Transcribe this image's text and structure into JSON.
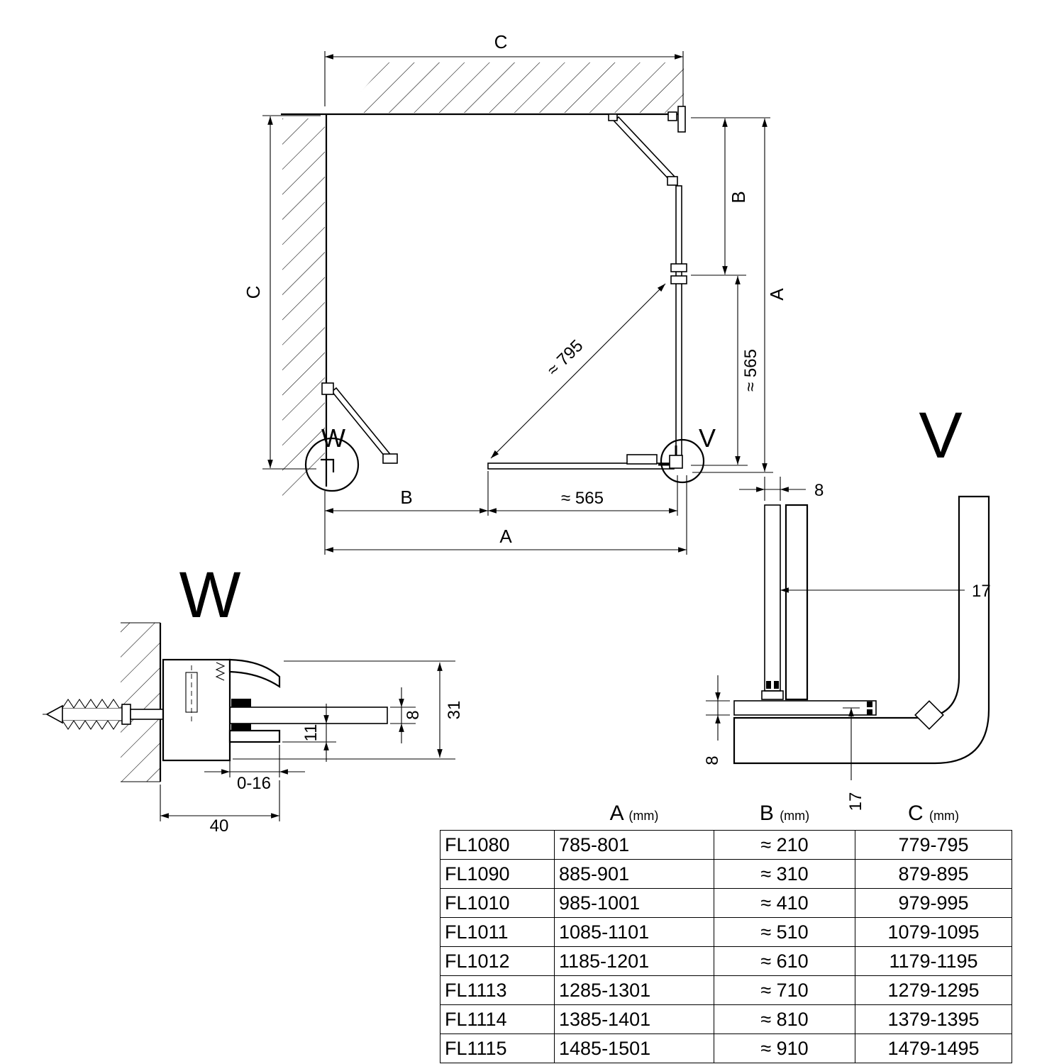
{
  "colors": {
    "glass": "#ccecf2"
  },
  "plan": {
    "dim_c_top": "C",
    "dim_c_left": "C",
    "dim_b_right": "B",
    "dim_565_right": "≈ 565",
    "dim_a_right": "A",
    "dim_795_diagonal": "≈ 795",
    "detail_marker_w": "W",
    "detail_marker_v": "V",
    "dim_b_bottom": "B",
    "dim_565_bottom": "≈ 565",
    "dim_a_bottom": "A"
  },
  "detail_w": {
    "title": "W",
    "dim_height": "31",
    "dim_glass_thickness": "8",
    "dim_inset": "11",
    "dim_adjust_range": "0-16",
    "dim_width": "40"
  },
  "detail_v": {
    "title": "V",
    "dim_glass_top": "8",
    "dim_depth_right": "17",
    "dim_glass_left": "8",
    "dim_depth_bottom": "17"
  },
  "table": {
    "headers": [
      {
        "label": "A",
        "unit": "(mm)"
      },
      {
        "label": "B",
        "unit": "(mm)"
      },
      {
        "label": "C",
        "unit": "(mm)"
      }
    ],
    "rows": [
      {
        "model": "FL1080",
        "a": "785-801",
        "b": "≈ 210",
        "c": "779-795"
      },
      {
        "model": "FL1090",
        "a": "885-901",
        "b": "≈ 310",
        "c": "879-895"
      },
      {
        "model": "FL1010",
        "a": "985-1001",
        "b": "≈ 410",
        "c": "979-995"
      },
      {
        "model": "FL1011",
        "a": "1085-1101",
        "b": "≈ 510",
        "c": "1079-1095"
      },
      {
        "model": "FL1012",
        "a": "1185-1201",
        "b": "≈ 610",
        "c": "1179-1195"
      },
      {
        "model": "FL1113",
        "a": "1285-1301",
        "b": "≈ 710",
        "c": "1279-1295"
      },
      {
        "model": "FL1114",
        "a": "1385-1401",
        "b": "≈ 810",
        "c": "1379-1395"
      },
      {
        "model": "FL1115",
        "a": "1485-1501",
        "b": "≈ 910",
        "c": "1479-1495"
      }
    ]
  }
}
